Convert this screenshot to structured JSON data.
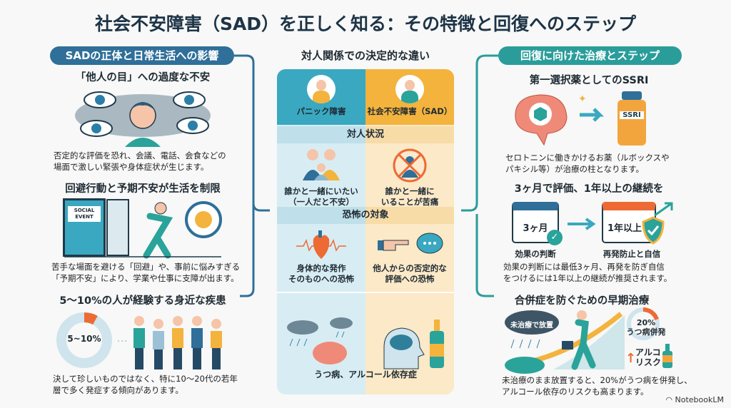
{
  "title": "社会不安障害（SAD）を正しく知る：その特徴と回復へのステップ",
  "left": {
    "header": "SADの正体と日常生活への影響",
    "s1": {
      "title": "「他人の目」への過度な不安",
      "text": [
        "否定的な評価を恐れ、会議、電話、会食などの",
        "場面で激しい緊張や身体症状が生じます。"
      ]
    },
    "s2": {
      "title": "回避行動と予期不安が生活を制限",
      "sign": [
        "SOCIAL",
        "EVENT"
      ],
      "text": [
        "苦手な場面を避ける「回避」や、事前に悩みすぎる",
        "「予期不安」により、学業や仕事に支障が出ます。"
      ]
    },
    "s3": {
      "title": "5〜10%の人が経験する身近な疾患",
      "donut_label": "5~10%",
      "prevalence_fraction": 0.08,
      "text": [
        "決して珍しいものではなく、特に10〜20代の若年",
        "層で多く発症する傾向があります。"
      ]
    }
  },
  "center": {
    "header": "対人関係での決定的な違い",
    "col_a": "パニック障害",
    "col_b": "社会不安障害（SAD）",
    "row1": {
      "label": "対人状況",
      "a": [
        "誰かと一緒にいたい",
        "（一人だと不安）"
      ],
      "b": [
        "誰かと一緒に",
        "いることが苦痛"
      ]
    },
    "row2": {
      "label": "恐怖の対象",
      "a": [
        "身体的な発作",
        "そのものへの恐怖"
      ],
      "b": [
        "他人からの否定的な",
        "評価への恐怖"
      ]
    },
    "row3": {
      "text": "うつ病、アルコール依存症"
    }
  },
  "right": {
    "header": "回復に向けた治療とステップ",
    "s1": {
      "title": "第一選択薬としてのSSRI",
      "bottle_label": "SSRI",
      "text": [
        "セロトニンに働きかけるお薬（ルボックスや",
        "パキシル等）が治療の柱となります。"
      ]
    },
    "s2": {
      "title": "3ヶ月で評価、1年以上の継続を",
      "cal1": "3ヶ月",
      "cal2": "1年以上",
      "label1": "効果の判断",
      "label2": "再発防止と自信",
      "text": [
        "効果の判断には最低3ヶ月、再発を防ぎ自信",
        "をつけるには1年以上の継続が推奨されます。"
      ]
    },
    "s3": {
      "title": "合併症を防ぐための早期治療",
      "cloud": "未治療で放置",
      "donut_pct": "20%",
      "donut_label": "うつ病併発",
      "depression_fraction": 0.2,
      "risk": [
        "アルコ",
        "リスク"
      ],
      "text": [
        "未治療のまま放置すると、20%がうつ病を併発し、",
        "アルコール依存のリスクも高まります。"
      ]
    }
  },
  "brand": "NotebookLM",
  "colors": {
    "blue": "#2f6f99",
    "teal": "#2a9d9a",
    "orange": "#f3b33d",
    "red": "#ee6a35"
  }
}
